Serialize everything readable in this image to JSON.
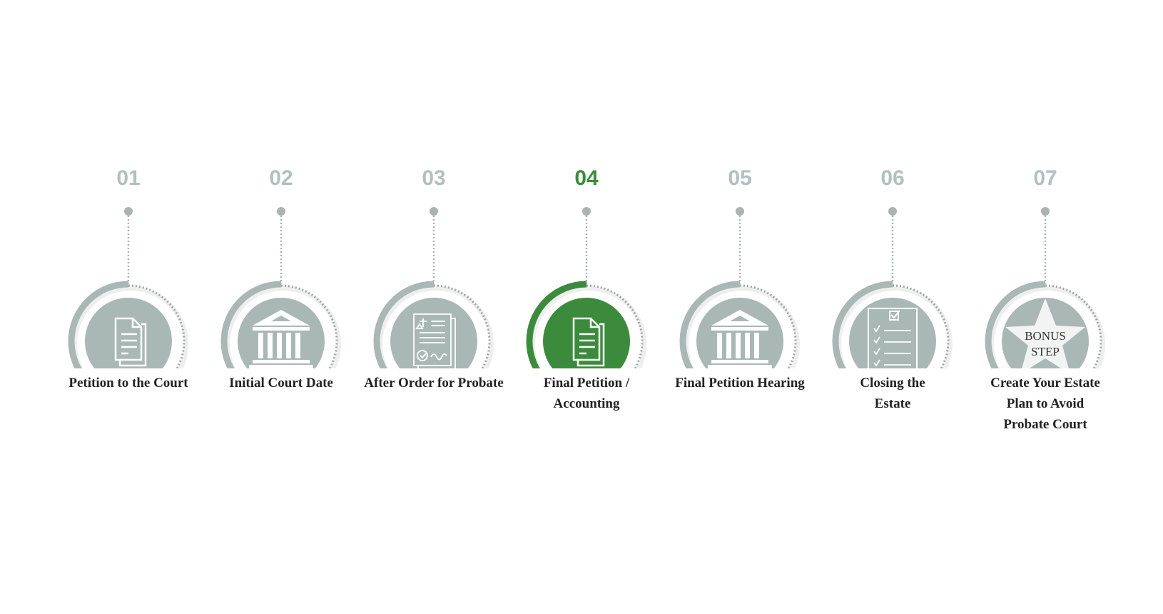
{
  "colors": {
    "inactive": "#a9b8b5",
    "active": "#3c8b3c",
    "number_inactive": "#b3c0bd",
    "number_active": "#3c8b3c"
  },
  "steps": [
    {
      "number": "01",
      "label": "Petition to the Court",
      "icon": "document-icon",
      "active": false
    },
    {
      "number": "02",
      "label": "Initial Court Date",
      "icon": "courthouse-icon",
      "active": false
    },
    {
      "number": "03",
      "label": "After Order for Probate",
      "icon": "legal-document-icon",
      "active": false
    },
    {
      "number": "04",
      "label": "Final Petition / Accounting",
      "icon": "document-icon",
      "active": true
    },
    {
      "number": "05",
      "label": "Final Petition Hearing",
      "icon": "courthouse-icon",
      "active": false
    },
    {
      "number": "06",
      "label": "Closing the Estate",
      "icon": "checklist-icon",
      "active": false
    },
    {
      "number": "07",
      "label": "Create Your Estate Plan to Avoid Probate Court",
      "icon": "star-icon",
      "active": false,
      "badge": [
        "BONUS",
        "STEP"
      ]
    }
  ]
}
